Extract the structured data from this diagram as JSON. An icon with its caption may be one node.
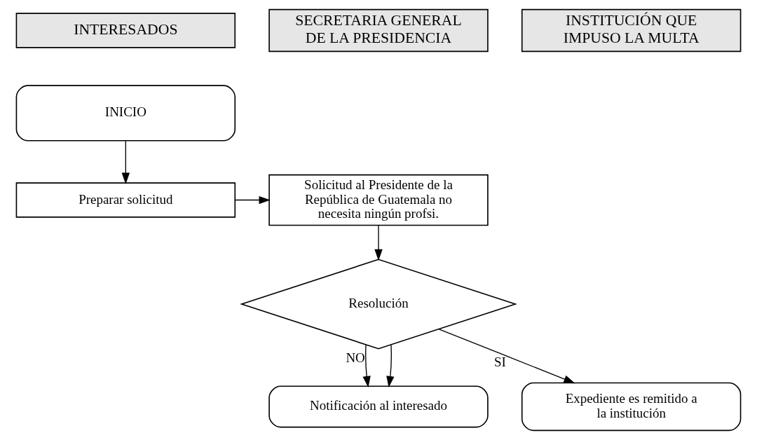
{
  "diagram": {
    "nodes": [
      {
        "text": [
          "INTERESADOS"
        ]
      },
      {
        "text": [
          "SECRETARIA GENERAL DE LA PRESIDENCIA"
        ]
      },
      {
        "text": [
          "INSTITUCIÓN QUE IMPUSO LA MULTA"
        ]
      },
      {
        "text": [
          "INICIO"
        ]
      },
      {
        "text": [
          "Preparar solicitud"
        ]
      },
      {
        "text": [
          "Solicitud al Presidente de la República de Guatemala no necesita ningún profsi."
        ]
      },
      {
        "text": [
          "Resolución"
        ]
      },
      {
        "text": [
          "Notificación al interesado"
        ]
      },
      {
        "text": [
          "Expediente es remitido a la institución"
        ]
      }
    ],
    "edges": [
      {
        "from": 3,
        "to": 4,
        "arrow": "to"
      },
      {
        "from": 4,
        "to": 5,
        "arrow": "to"
      },
      {
        "from": 5,
        "to": 6,
        "arrow": "to"
      },
      {
        "from": 6,
        "to": 7,
        "arrow": "to",
        "label": "NO"
      },
      {
        "from": 6,
        "to": 7,
        "arrow": "to"
      },
      {
        "from": 6,
        "to": 8,
        "arrow": "to",
        "label": "SI"
      }
    ]
  }
}
